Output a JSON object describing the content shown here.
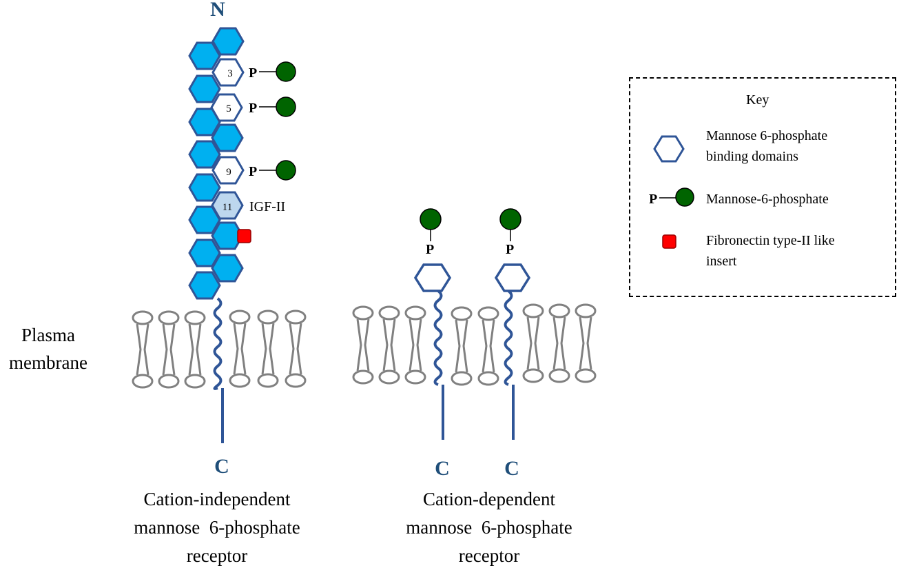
{
  "ci_receptor": {
    "n_terminus": "N",
    "c_terminus": "C",
    "domain_labels": [
      "3",
      "5",
      "9",
      "11"
    ],
    "phosphate_symbol": "P",
    "igf_label": "IGF-II",
    "caption": [
      "Cation-independent",
      "mannose  6-phosphate",
      "receptor"
    ]
  },
  "cd_receptor": {
    "c_terminus_1": "C",
    "c_terminus_2": "C",
    "phosphate_symbol": "P",
    "caption": [
      "Cation-dependent",
      "mannose  6-phosphate",
      "receptor"
    ]
  },
  "membrane_label": [
    "Plasma",
    "membrane"
  ],
  "key": {
    "title": "Key",
    "items": [
      {
        "icon": "hexagon-outline-icon",
        "text": [
          "Mannose 6-phosphate",
          "binding domains"
        ]
      },
      {
        "icon": "phosphate-sugar-icon",
        "symbol": "P",
        "text": [
          "Mannose-6-phosphate"
        ]
      },
      {
        "icon": "red-square-icon",
        "text": [
          "Fibronectin type-II like",
          "insert"
        ]
      }
    ]
  },
  "colors": {
    "domain_fill": "#00b0f0",
    "domain_stroke": "#2f5597",
    "igf_domain_fill": "#bdd7ee",
    "mannose_green": "#006400",
    "fibronectin_red": "#ff0000",
    "tail_blue": "#1f4e79",
    "lipid_gray": "#808080"
  }
}
